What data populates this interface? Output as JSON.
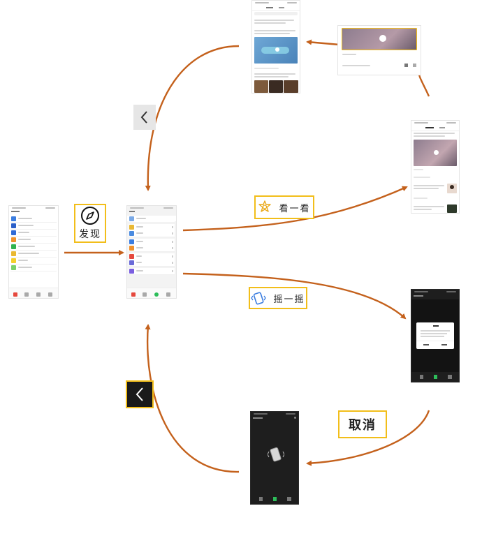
{
  "nodes": {
    "chats_screen": {},
    "discover_screen": {},
    "top_stories_screen": {},
    "top_stories_feed": {},
    "video_detail_screen": {},
    "shake_dialog_screen": {},
    "shake_screen": {}
  },
  "labels": {
    "discover": "发现",
    "top_stories": "看一看",
    "shake": "摇一摇",
    "cancel": "取消"
  },
  "icons": {
    "discover": "compass-icon",
    "top_stories": "top-stories-star-icon",
    "shake": "shake-hand-icon",
    "back_light": "chevron-left-icon",
    "back_dark": "chevron-left-icon"
  },
  "colors": {
    "arrow": "#c4611c",
    "highlight": "#f2be1a",
    "back_light_bg": "#e6e6e6",
    "back_dark_bg": "#1a1a1a"
  }
}
